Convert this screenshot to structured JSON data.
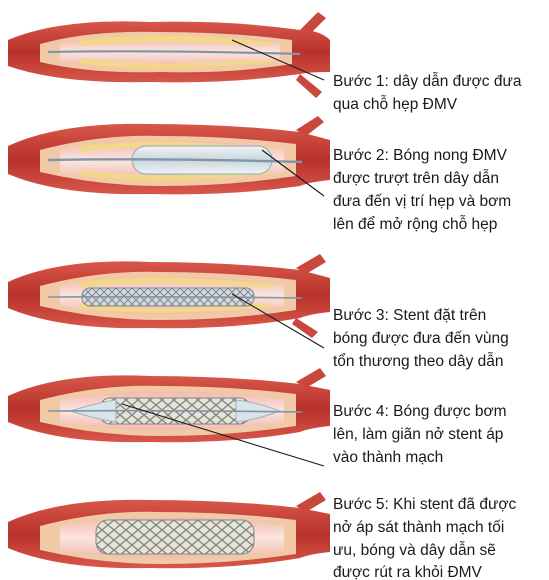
{
  "colors": {
    "vessel_outer": "#c0392b",
    "vessel_mid": "#e8877d",
    "vessel_lumen": "#f7d6cd",
    "plaque": "#f3d88a",
    "wire": "#7f95a8",
    "balloon": "#d8e3ea",
    "stent": "#9aa2a8",
    "leader": "#1a1a1a",
    "text": "#1a1a1a"
  },
  "steps": [
    {
      "lines": [
        "Bước 1: dây dẫn được đưa",
        "qua chỗ hẹp ĐMV"
      ]
    },
    {
      "lines": [
        "Bước 2: Bóng nong ĐMV",
        "được trượt trên dây dẫn",
        "đưa đến vị trí hẹp và bơm",
        "lên để mở rộng chỗ hẹp"
      ]
    },
    {
      "lines": [
        "Bước 3: Stent đặt trên",
        "bóng được đưa đến vùng",
        "tổn thương theo dây dẫn"
      ]
    },
    {
      "lines": [
        "Bước 4: Bóng được bơm",
        "lên, làm giãn nở stent áp",
        "vào thành mạch"
      ]
    },
    {
      "lines": [
        "Bước 5: Khi stent đã được",
        "nở áp sát thành mạch tối",
        "ưu, bóng và dây dẫn sẽ",
        "được rút ra khỏi ĐMV"
      ]
    }
  ]
}
